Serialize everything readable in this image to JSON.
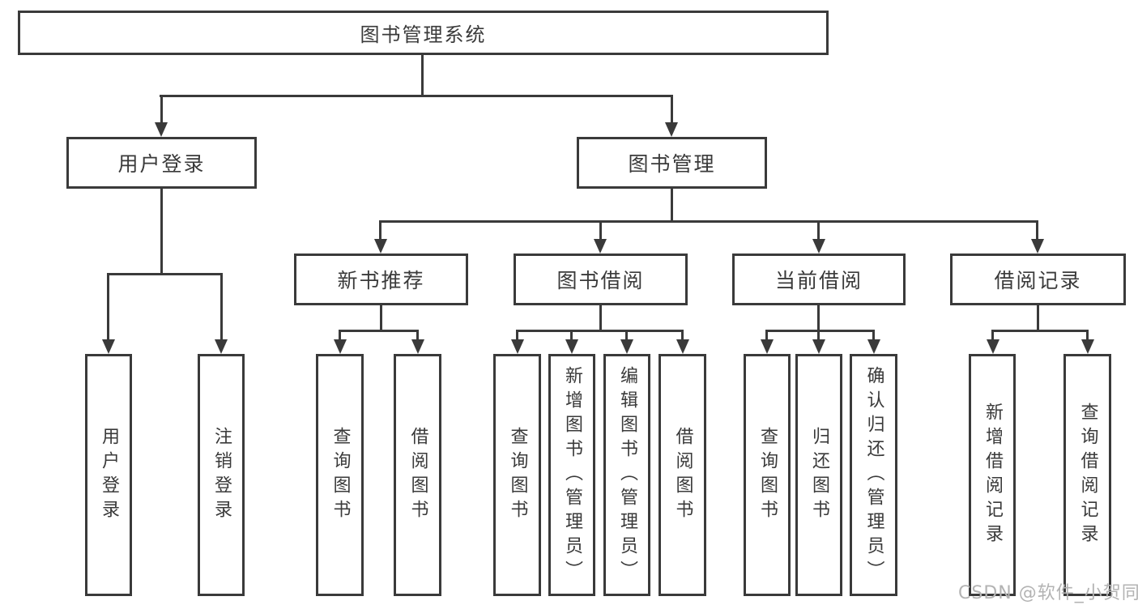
{
  "diagram_title": "图书管理系统",
  "nodes": {
    "root": "图书管理系统",
    "user_login": "用户登录",
    "book_management": "图书管理",
    "new_book_recommend": "新书推荐",
    "book_borrow": "图书借阅",
    "current_borrow": "当前借阅",
    "borrow_records": "借阅记录"
  },
  "leaves": {
    "user": [
      "用户登录",
      "注销登录"
    ],
    "new_book": [
      "查询图书",
      "借阅图书"
    ],
    "borrow": [
      "查询图书",
      "新增图书（管理员）",
      "编辑图书（管理员）",
      "借阅图书"
    ],
    "current": [
      "查询图书",
      "归还图书",
      "确认归还（管理员）"
    ],
    "records": [
      "新增借阅记录",
      "查询借阅记录"
    ]
  },
  "edges": [
    [
      "图书管理系统",
      "用户登录"
    ],
    [
      "图书管理系统",
      "图书管理"
    ],
    [
      "用户登录",
      "用户登录"
    ],
    [
      "用户登录",
      "注销登录"
    ],
    [
      "图书管理",
      "新书推荐"
    ],
    [
      "图书管理",
      "图书借阅"
    ],
    [
      "图书管理",
      "当前借阅"
    ],
    [
      "图书管理",
      "借阅记录"
    ],
    [
      "新书推荐",
      "查询图书"
    ],
    [
      "新书推荐",
      "借阅图书"
    ],
    [
      "图书借阅",
      "查询图书"
    ],
    [
      "图书借阅",
      "新增图书（管理员）"
    ],
    [
      "图书借阅",
      "编辑图书（管理员）"
    ],
    [
      "图书借阅",
      "借阅图书"
    ],
    [
      "当前借阅",
      "查询图书"
    ],
    [
      "当前借阅",
      "归还图书"
    ],
    [
      "当前借阅",
      "确认归还（管理员）"
    ],
    [
      "借阅记录",
      "新增借阅记录"
    ],
    [
      "借阅记录",
      "查询借阅记录"
    ]
  ],
  "watermark": "CSDN @软件_小贺同学",
  "colors": {
    "line": "#3a3a3a",
    "text": "#3a3a3a",
    "watermark": "#b3b3b3",
    "background": "#ffffff"
  }
}
